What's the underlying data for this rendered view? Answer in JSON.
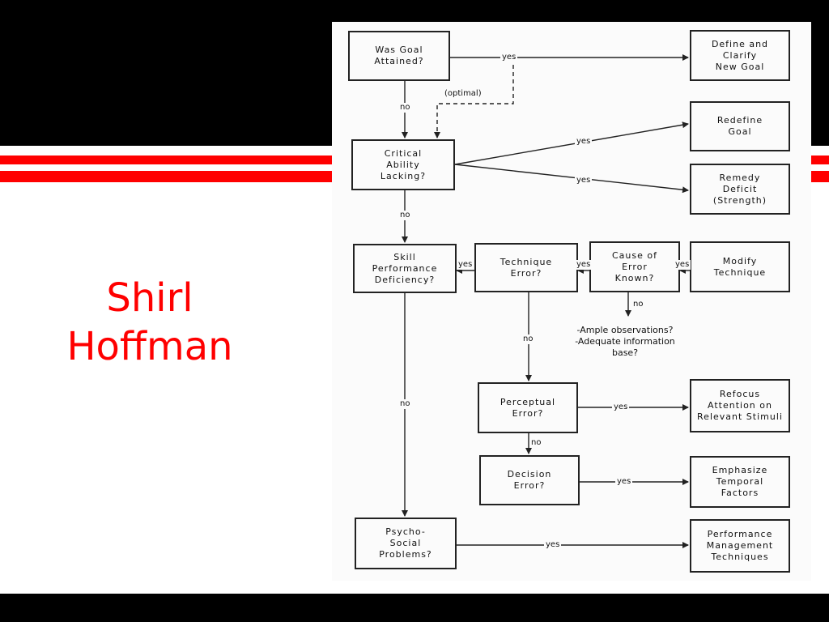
{
  "slide": {
    "title": "Shirl Hoffman"
  },
  "flowchart": {
    "boxes": {
      "goal_attained": "Was Goal\nAttained?",
      "define_new_goal": "Define and\nClarify\nNew Goal",
      "critical_ability": "Critical\nAbility\nLacking?",
      "redefine_goal": "Redefine\nGoal",
      "remedy_deficit": "Remedy\nDeficit\n(Strength)",
      "skill_deficiency": "Skill\nPerformance\nDeficiency?",
      "technique_error": "Technique\nError?",
      "cause_known": "Cause of\nError\nKnown?",
      "modify_technique": "Modify\nTechnique",
      "perceptual_error": "Perceptual\nError?",
      "refocus_attention": "Refocus\nAttention on\nRelevant Stimuli",
      "decision_error": "Decision\nError?",
      "emphasize_temporal": "Emphasize\nTemporal\nFactors",
      "psycho_social": "Psycho-\nSocial\nProblems?",
      "performance_management": "Performance\nManagement\nTechniques"
    },
    "labels": {
      "yes": "yes",
      "no": "no",
      "optimal": "(optimal)"
    },
    "note": "-Ample observations?\n-Adequate information\nbase?"
  },
  "colors": {
    "accent": "#ff0000",
    "band": "#000000",
    "line": "#222222"
  }
}
